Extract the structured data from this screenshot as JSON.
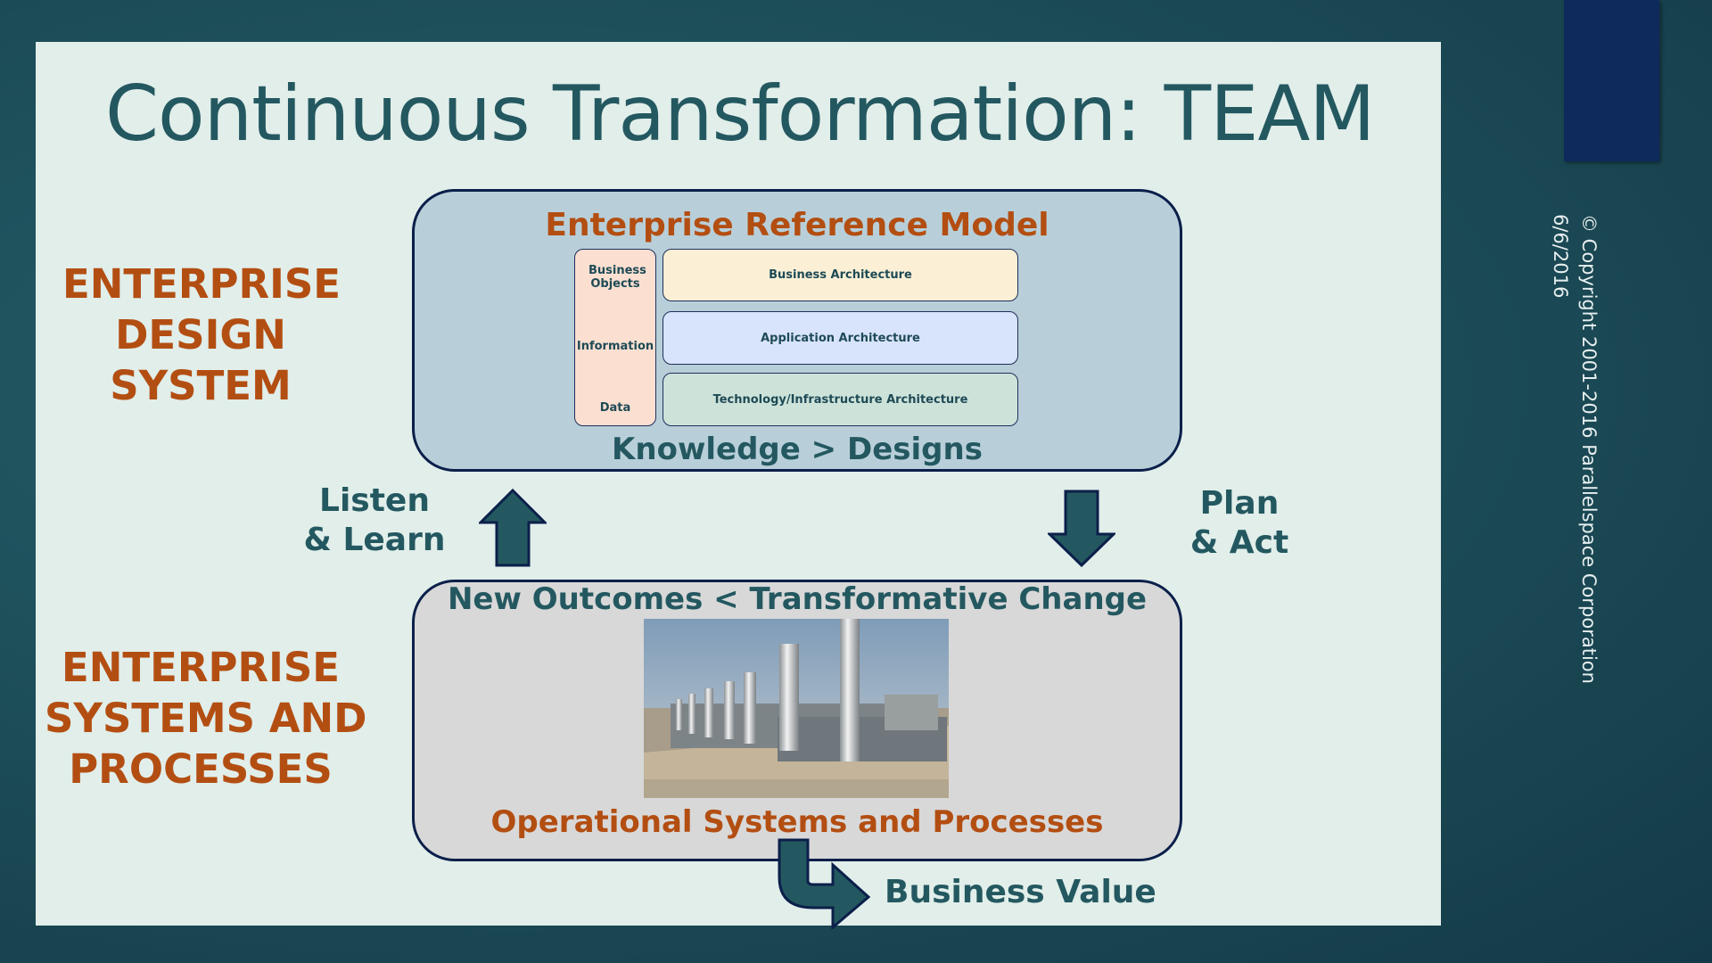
{
  "slide": {
    "title": "Continuous Transformation: TEAM",
    "left_labels": {
      "design_system": [
        "ENTERPRISE",
        "DESIGN",
        "SYSTEM"
      ],
      "systems_processes": [
        "ENTERPRISE",
        "SYSTEMS AND",
        "PROCESSES"
      ]
    },
    "top_box": {
      "heading": "Enterprise Reference Model",
      "left_column": [
        "Business Objects",
        "Information",
        "Data"
      ],
      "layers": [
        "Business Architecture",
        "Application Architecture",
        "Technology/Infrastructure Architecture"
      ],
      "footer": "Knowledge > Designs"
    },
    "bottom_box": {
      "heading": "New Outcomes < Transformative Change",
      "footer": "Operational Systems and Processes"
    },
    "listen": [
      "Listen",
      "& Learn"
    ],
    "plan": [
      "Plan",
      "& Act"
    ],
    "business_value": "Business Value"
  },
  "side": {
    "copyright": "© Copyright 2001-2016 Parallelspace Corporation",
    "date": "6/6/2016"
  },
  "colors": {
    "orange": "#b34e12",
    "teal": "#245860",
    "background": "#1d4f5a",
    "slide": "#e1eeea"
  }
}
